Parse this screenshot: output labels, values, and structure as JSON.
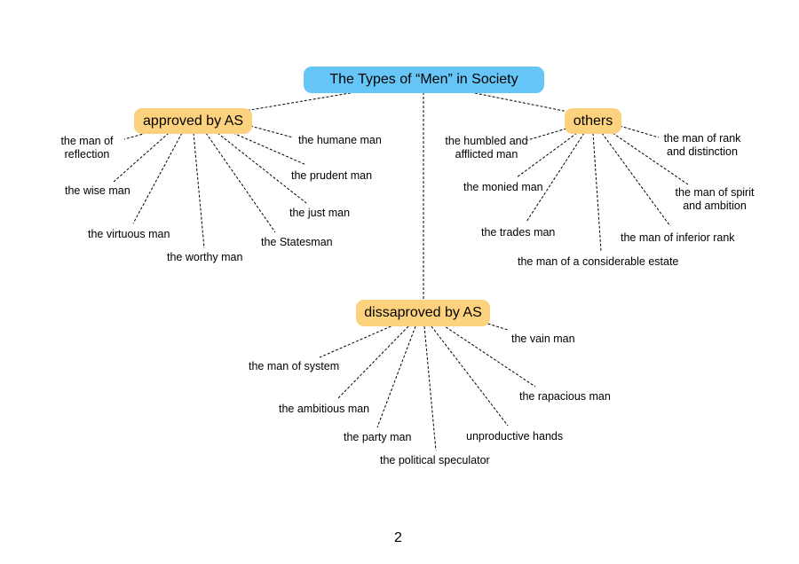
{
  "root": {
    "label": "The Types of “Men” in Society"
  },
  "categories": {
    "approved": {
      "label": "approved by AS",
      "items": [
        "the man of reflection",
        "the wise man",
        "the virtuous man",
        "the worthy man",
        "the Statesman",
        "the just man",
        "the prudent man",
        "the humane man"
      ]
    },
    "others": {
      "label": "others",
      "items": [
        "the humbled and afflicted man",
        "the monied man",
        "the trades man",
        "the man of a considerable estate",
        "the man of inferior rank",
        "the man of spirit and ambition",
        "the man of rank and distinction"
      ]
    },
    "disapproved": {
      "label": "dissaproved by AS",
      "items": [
        "the man of system",
        "the ambitious man",
        "the party man",
        "the political speculator",
        "unproductive hands",
        "the rapacious man",
        "the vain man"
      ]
    }
  },
  "page_number": "2",
  "colors": {
    "root_fill": "#66c6f7",
    "category_fill": "#fdd27e",
    "connector": "#000000"
  }
}
